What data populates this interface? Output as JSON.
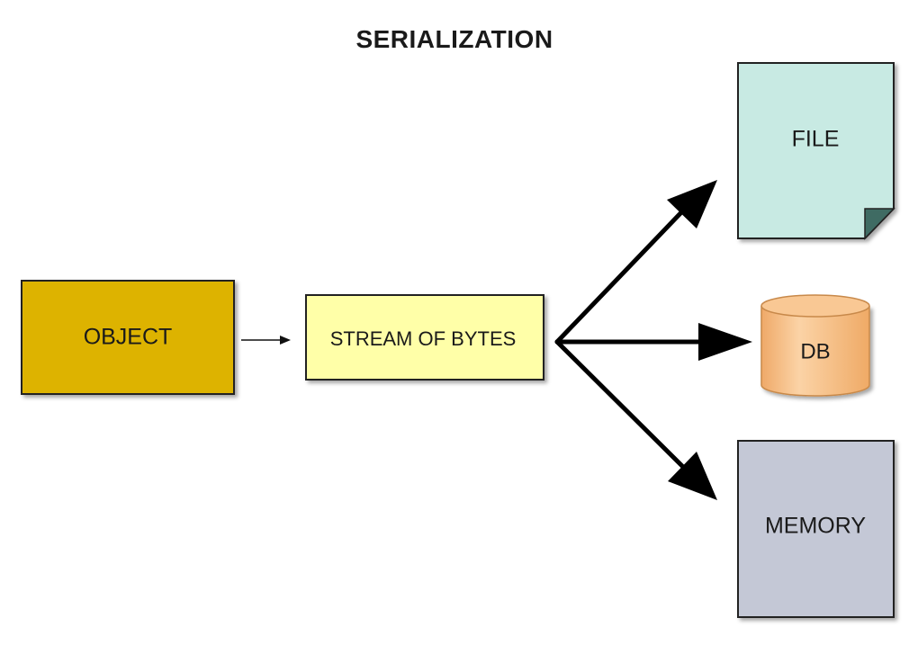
{
  "diagram": {
    "title": "SERIALIZATION",
    "nodes": {
      "object": {
        "label": "OBJECT",
        "fill": "#DDB300"
      },
      "stream": {
        "label": "STREAM OF BYTES",
        "fill": "#FFFFA8"
      },
      "file": {
        "label": "FILE",
        "fill": "#C8EAE3",
        "fold_fill": "#3F6B63"
      },
      "db": {
        "label": "DB",
        "fill": "#F9C894"
      },
      "memory": {
        "label": "MEMORY",
        "fill": "#C4C8D6"
      }
    },
    "edges": [
      {
        "from": "OBJECT",
        "to": "STREAM OF BYTES"
      },
      {
        "from": "STREAM OF BYTES",
        "to": "FILE"
      },
      {
        "from": "STREAM OF BYTES",
        "to": "DB"
      },
      {
        "from": "STREAM OF BYTES",
        "to": "MEMORY"
      }
    ]
  }
}
